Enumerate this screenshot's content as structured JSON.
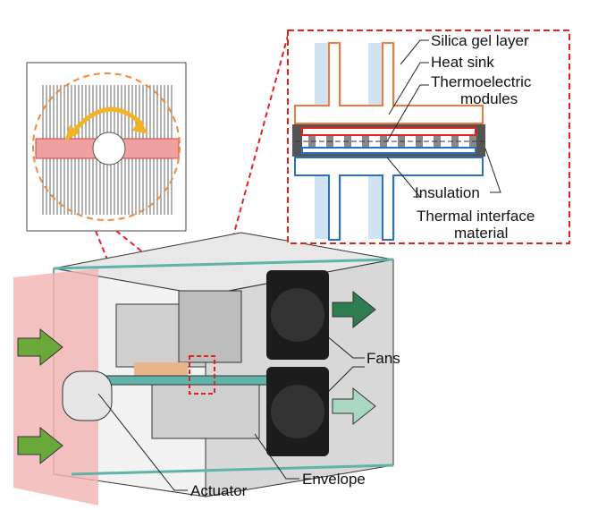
{
  "labels": {
    "silica_gel_layer": "Silica gel layer",
    "heat_sink": "Heat sink",
    "thermoelectric_1": "Thermoelectric",
    "thermoelectric_2": "modules",
    "insulation": "Insulation",
    "tim_1": "Thermal interface",
    "tim_2": "material",
    "fans": "Fans",
    "actuator": "Actuator",
    "envelope": "Envelope"
  },
  "colors": {
    "detail_border": "#e8201c",
    "hot_side": "#f07a3a",
    "cold_side": "#2a6fc0",
    "silica": "#cfe3f1",
    "envelope_edge": "#5fb3a8",
    "arrow_green": "#6aa83a",
    "fan_out_dark": "#2e7d4f",
    "fan_out_light": "#a8d8c0",
    "pink_panel": "#f3b3b3",
    "rotation_arrow": "#f5b324"
  }
}
